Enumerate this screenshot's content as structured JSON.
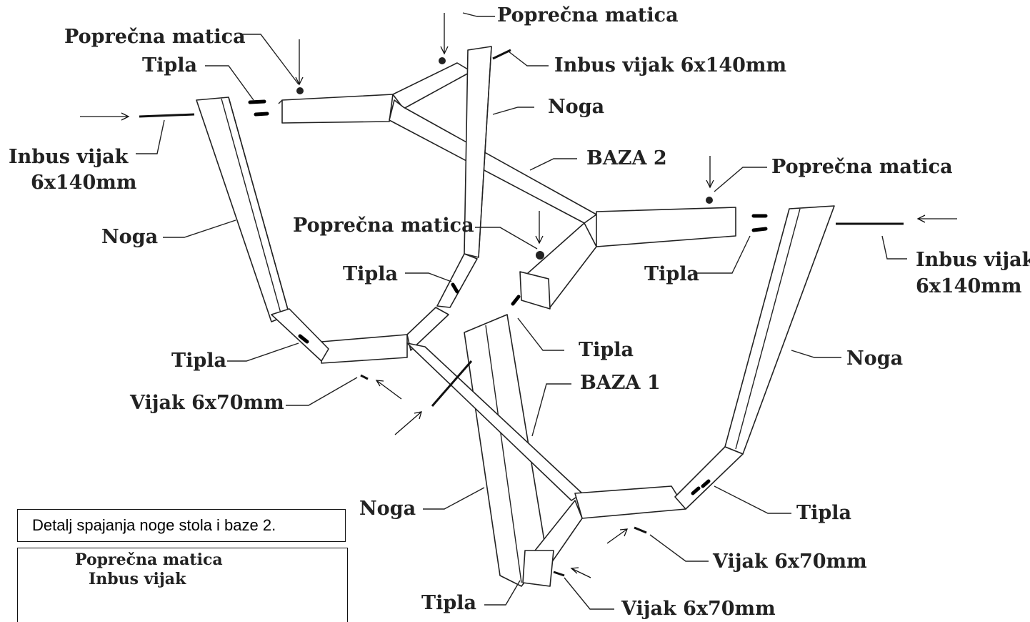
{
  "labels": {
    "poprecna_top_left": "Poprečna matica",
    "poprecna_top_center": "Poprečna matica",
    "poprecna_right": "Poprečna matica",
    "poprecna_center": "Poprečna matica",
    "tipla_top_left": "Tipla",
    "tipla_center_left": "Tipla",
    "tipla_right_upper": "Tipla",
    "tipla_left_lower": "Tipla",
    "tipla_center": "Tipla",
    "tipla_right_lower": "Tipla",
    "tipla_bottom": "Tipla",
    "inbus_top": "Inbus vijak 6x140mm",
    "inbus_left_line1": "Inbus vijak",
    "inbus_left_line2": "6x140mm",
    "inbus_right_line1": "Inbus vijak",
    "inbus_right_line2": "6x140mm",
    "noga_top": "Noga",
    "noga_left": "Noga",
    "noga_right": "Noga",
    "noga_bottom": "Noga",
    "baza2": "BAZA 2",
    "baza1": "BAZA 1",
    "vijak_left": "Vijak 6x70mm",
    "vijak_right": "Vijak 6x70mm",
    "vijak_bottom": "Vijak 6x70mm"
  },
  "detail": {
    "note": "Detalj spajanja noge stola i baze 2.",
    "poprecna": "Poprečna matica",
    "inbus": "Inbus vijak"
  }
}
